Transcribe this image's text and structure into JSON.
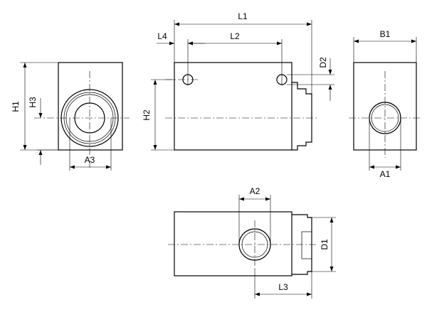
{
  "dimensions": {
    "L1": "L1",
    "L2": "L2",
    "L3": "L3",
    "L4": "L4",
    "H1": "H1",
    "H2": "H2",
    "H3": "H3",
    "A1": "A1",
    "A2": "A2",
    "A3": "A3",
    "B1": "B1",
    "D1": "D1",
    "D2": "D2"
  }
}
